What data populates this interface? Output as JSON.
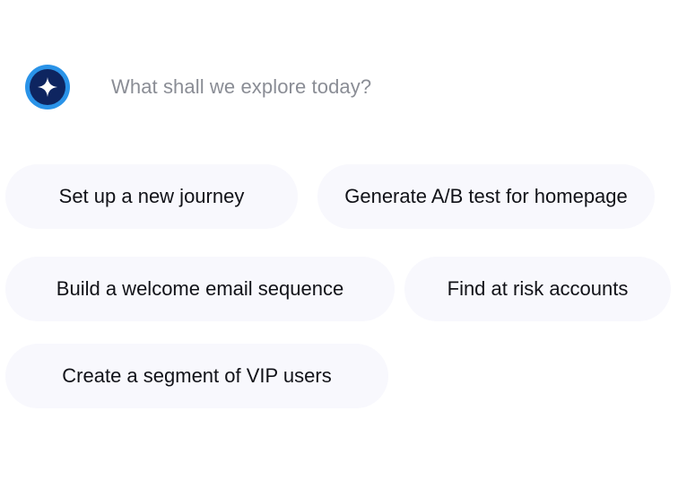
{
  "assistant": {
    "icon": "sparkle-icon",
    "prompt_text": "What shall we explore today?",
    "colors": {
      "ring": "#2a93e8",
      "badge": "#0e2560",
      "prompt": "#8a8d95"
    }
  },
  "suggestions": [
    {
      "label": "Set up a new journey"
    },
    {
      "label": "Generate A/B test for homepage"
    },
    {
      "label": "Build a welcome email sequence"
    },
    {
      "label": "Find at risk accounts"
    },
    {
      "label": "Create a segment of VIP users"
    }
  ],
  "colors": {
    "chip_background": "#f8f8fd",
    "chip_text": "#111218"
  }
}
